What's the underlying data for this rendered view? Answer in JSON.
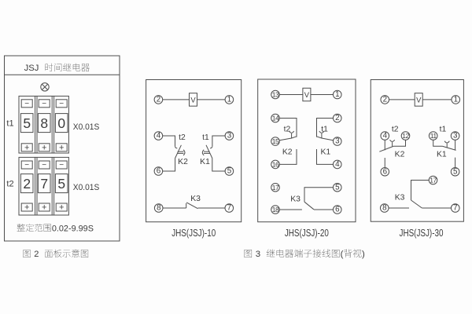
{
  "colors": {
    "ink": "#3c3c3c",
    "line": "#4d4d4d",
    "background": "#fdfdfd"
  },
  "figure2": {
    "caption": "图 2  面板示意图",
    "panel": {
      "title": "JSJ  时间继电器",
      "indicator_icon": "lamp-icon",
      "timers": [
        {
          "name": "t1",
          "digits": [
            "5",
            "8",
            "0"
          ],
          "multiplier": "X0.01S"
        },
        {
          "name": "t2",
          "digits": [
            "2",
            "7",
            "5"
          ],
          "multiplier": "X0.01S"
        }
      ],
      "decrement_label": "−",
      "increment_label": "+",
      "range": "整定范围0.02-9.99S"
    }
  },
  "figure3": {
    "caption": "图 3  继电器端子接线图(背视)",
    "diagrams": [
      {
        "model": "JHS(JSJ)-10",
        "meter": "V",
        "terminals": [
          "2",
          "1",
          "4",
          "3",
          "6",
          "5",
          "8",
          "7"
        ],
        "contacts": {
          "left_timer": "t2",
          "left_coil": "K2",
          "right_timer": "t1",
          "right_coil": "K1",
          "bottom_coil": "K3"
        }
      },
      {
        "model": "JHS(JSJ)-20",
        "meter": "V",
        "terminals": [
          "13",
          "1",
          "14",
          "2",
          "15",
          "3",
          "16",
          "4",
          "17",
          "5",
          "18",
          "6"
        ],
        "contacts": {
          "left_timer": "t2",
          "left_coil": "K2",
          "right_timer": "t1",
          "right_coil": "K1",
          "bottom_coil": "K3"
        }
      },
      {
        "model": "JHS(JSJ)-30",
        "meter": "V",
        "terminals": [
          "2",
          "1",
          "4",
          "12",
          "11",
          "3",
          "6",
          "5",
          "17",
          "8",
          "7"
        ],
        "contacts": {
          "left_timer": "t2",
          "left_coil": "K2",
          "right_timer": "t1",
          "right_coil": "K1",
          "bottom_coil": "K3"
        }
      }
    ]
  }
}
